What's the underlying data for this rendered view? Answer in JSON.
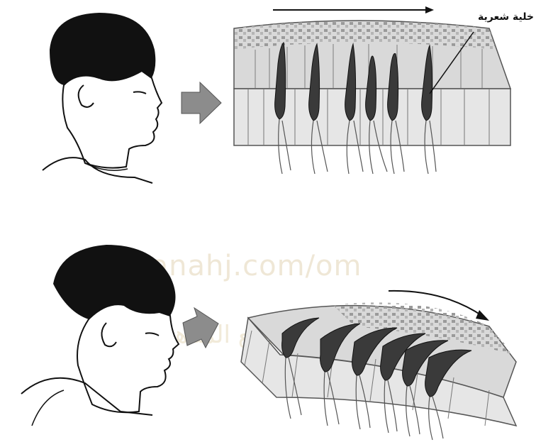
{
  "labels": {
    "hair_cell": "خلية شعرية"
  },
  "watermark": {
    "text": "almanahj.com/om",
    "arabic": "موقع المناهج العمانية"
  },
  "panels": [
    {
      "id": "upright",
      "head_orientation": "upright",
      "arrow_icon": "right-arrow-icon",
      "motion_arrow_icon": "straight-arrow-icon"
    },
    {
      "id": "tilted",
      "head_orientation": "tilted-forward",
      "arrow_icon": "down-right-arrow-icon",
      "motion_arrow_icon": "curved-arrow-icon"
    }
  ],
  "colors": {
    "ink": "#111111",
    "arrow": "#8c8c8c",
    "tissue": "#bdbdbd",
    "cell": "#3a3a3a"
  }
}
